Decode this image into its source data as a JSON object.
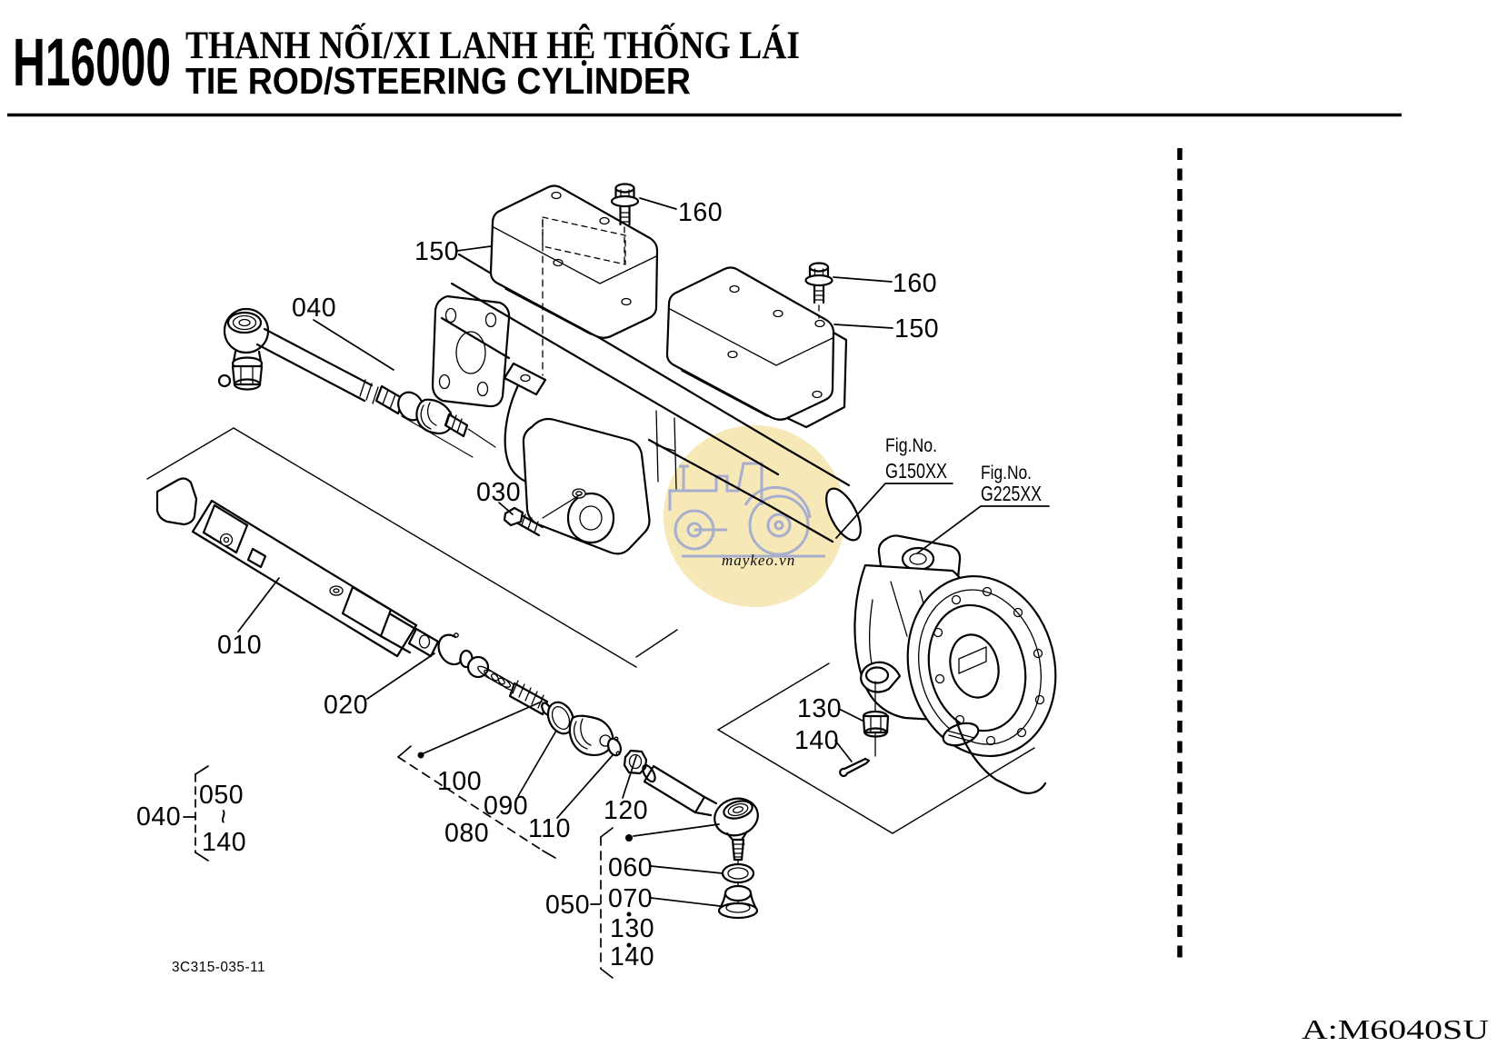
{
  "header": {
    "section_code": "H16000",
    "title_primary": "THANH NỐI/XI LANH HỆ THỐNG LÁI",
    "title_secondary": "TIE ROD/STEERING CYLINDER"
  },
  "figure": {
    "callouts": [
      {
        "id": "160-top",
        "text": "160"
      },
      {
        "id": "150-left",
        "text": "150"
      },
      {
        "id": "160-right",
        "text": "160"
      },
      {
        "id": "150-right",
        "text": "150"
      },
      {
        "id": "040-tierod",
        "text": "040"
      },
      {
        "id": "030-bolt",
        "text": "030"
      },
      {
        "id": "010-cylinder",
        "text": "010"
      },
      {
        "id": "020-snapring",
        "text": "020"
      },
      {
        "id": "100-balljoint",
        "text": "100"
      },
      {
        "id": "090-ring",
        "text": "090"
      },
      {
        "id": "080-boot",
        "text": "080"
      },
      {
        "id": "110-washer",
        "text": "110"
      },
      {
        "id": "120-nut",
        "text": "120"
      },
      {
        "id": "060-washer",
        "text": "060"
      },
      {
        "id": "050-tierodend",
        "text": "050"
      },
      {
        "id": "070-dustcover",
        "text": "070"
      },
      {
        "id": "130-group",
        "text": "130"
      },
      {
        "id": "140-group",
        "text": "140"
      },
      {
        "id": "130-knuckle",
        "text": "130"
      },
      {
        "id": "140-knuckle",
        "text": "140"
      },
      {
        "id": "040-legend",
        "text": "040"
      },
      {
        "id": "050-legend",
        "text": "050"
      },
      {
        "id": "140-legend",
        "text": "140"
      }
    ],
    "legend_tilde": "~",
    "figure_refs": [
      {
        "prefix": "Fig.No.",
        "code": "G150XX"
      },
      {
        "prefix": "Fig.No.",
        "code": "G225XX"
      }
    ]
  },
  "footer": {
    "drawing_code": "3C315-035-11",
    "model_ref": "A:M6040SU"
  },
  "watermark": {
    "site_text": "maykeo.vn",
    "circle_color": "#F6E7B4",
    "line_color": "#96A0D0",
    "text_color": "#BCBCBC"
  }
}
